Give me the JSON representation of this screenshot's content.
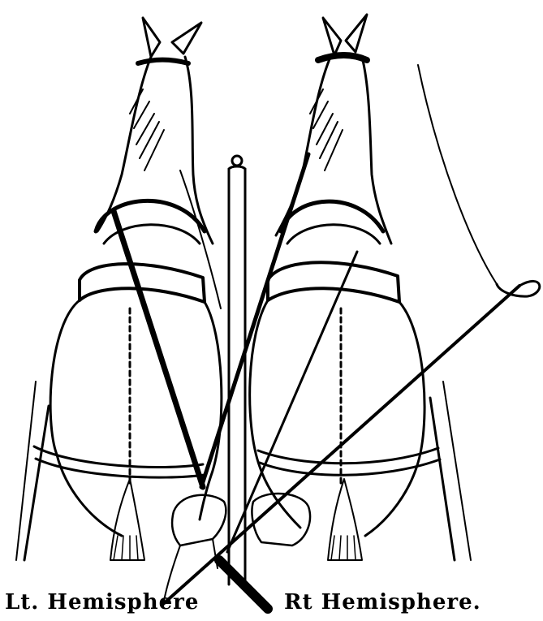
{
  "captions": {
    "left": "Lt. Hemisphere",
    "right": "Rt Hemisphere."
  },
  "colors": {
    "ink": "#000000",
    "paper": "#ffffff"
  },
  "illustration": {
    "subject": "two-horses-rear-view-with-reins-and-whip",
    "icon": "pen-and-ink-drawing"
  }
}
